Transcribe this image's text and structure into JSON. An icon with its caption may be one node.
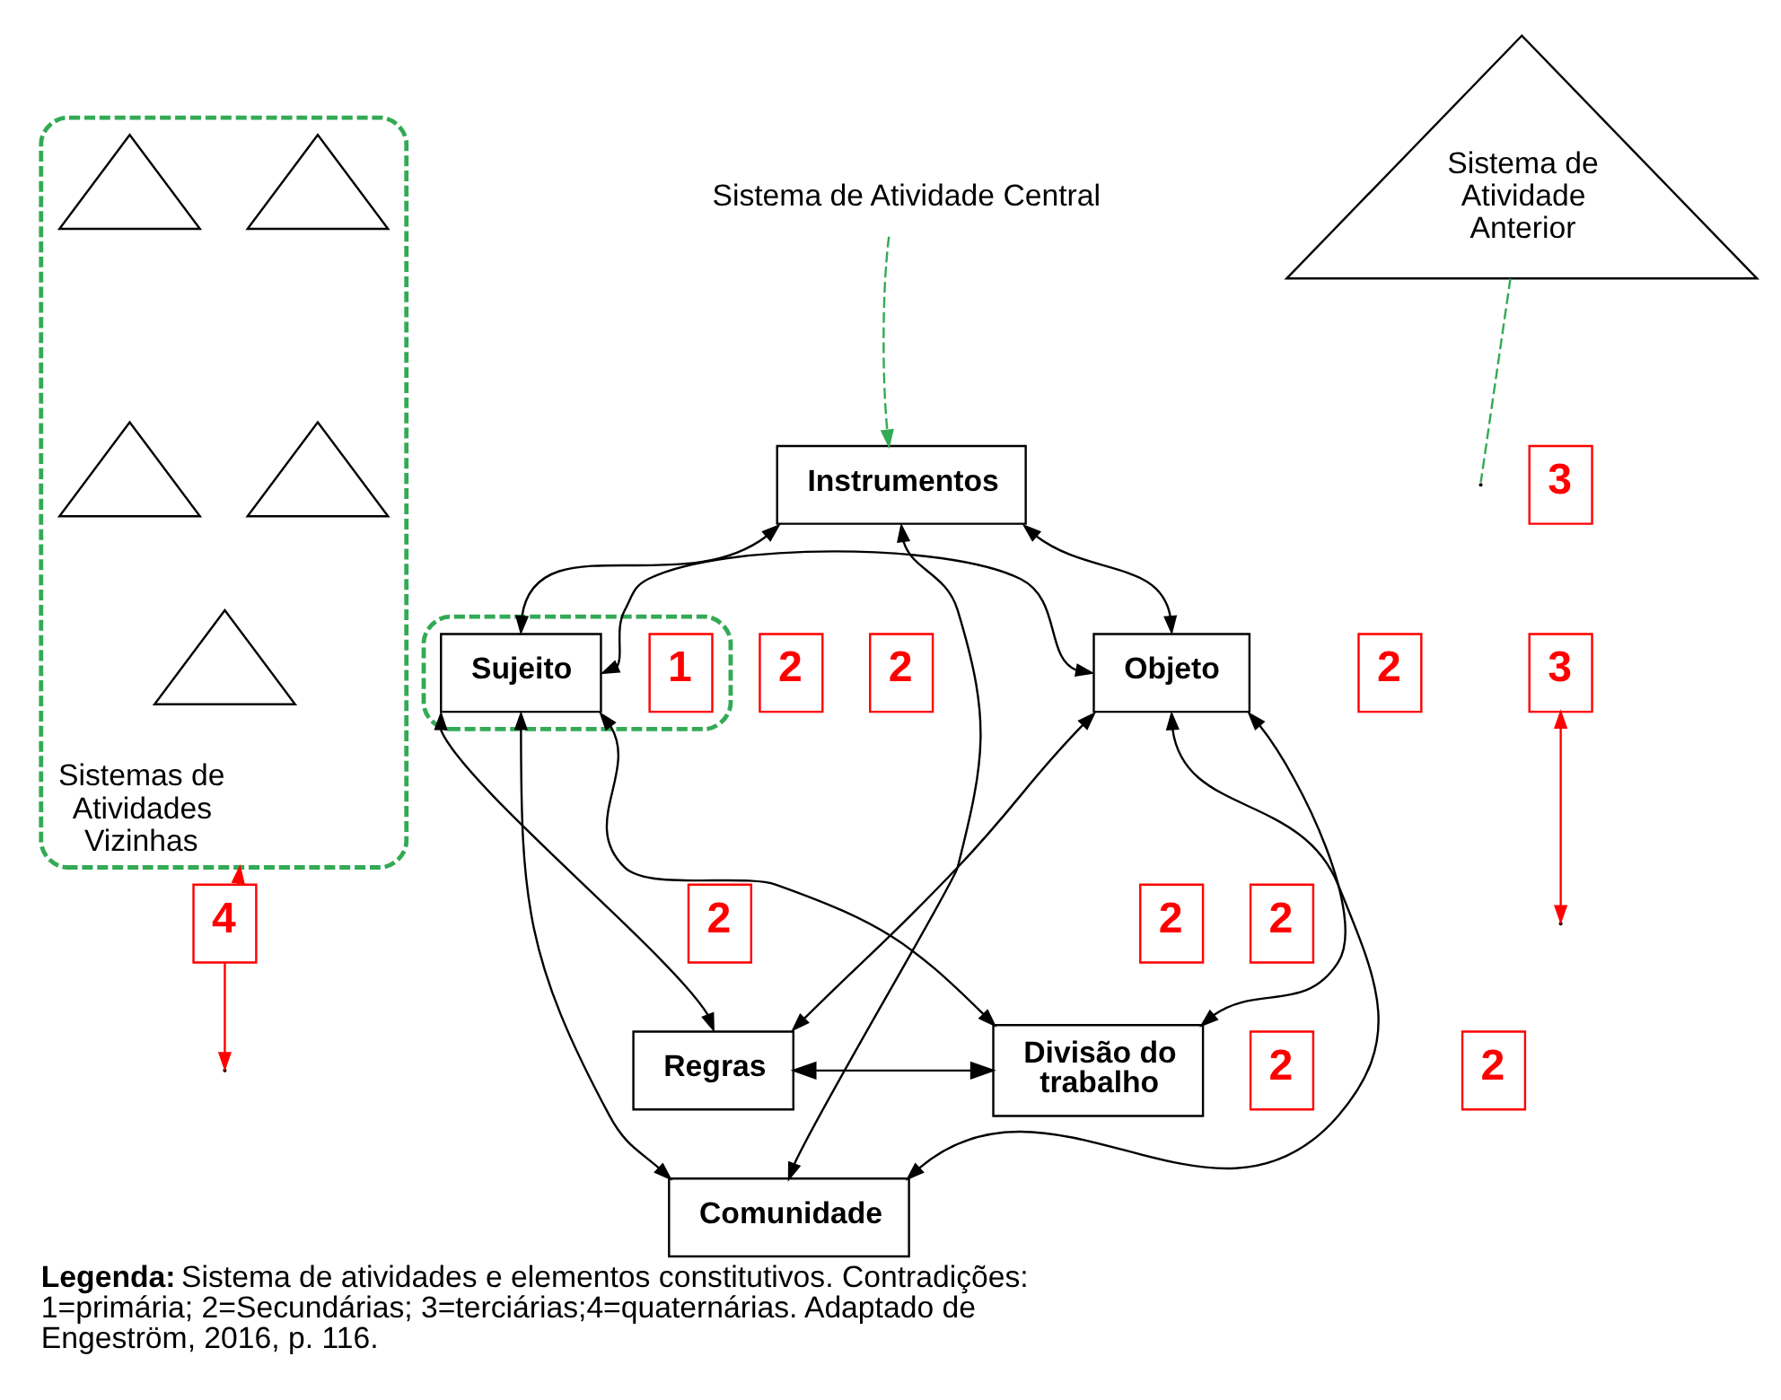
{
  "diagram": {
    "caption": "**Legenda:** Sistema de atividades e elementos constitutivos. Contradições: 1=primária; 2=Secundárias; 3=terciárias;4=quaternárias. Adaptado de Engeström, 2016, p. 116.",
    "nodes": [
      {
        "text": [
          "Sistema de Atividade Central"
        ]
      },
      {
        "text": [
          "Sistema de Atividade Anterior"
        ]
      },
      {
        "text": [
          "3"
        ]
      },
      {
        "text": [
          "Instrumentos"
        ]
      },
      {
        "text": [
          "2"
        ]
      },
      {
        "text": [
          "2"
        ]
      },
      {
        "text": [],
        "shape": "ellipse"
      },
      {
        "text": [
          "1"
        ],
        "in": 6
      },
      {
        "text": [
          "Sujeito"
        ],
        "in": 6
      },
      {
        "text": [
          "2"
        ]
      },
      {
        "text": [
          "Objeto"
        ]
      },
      {
        "text": [
          "3"
        ]
      },
      {
        "text": [
          "Sistemas de Atividades Vizinhas"
        ]
      },
      {
        "text": [
          "2"
        ]
      },
      {
        "text": [
          "2"
        ]
      },
      {
        "text": [
          "2"
        ]
      },
      {
        "text": [
          "4"
        ]
      },
      {
        "text": [
          "2"
        ]
      },
      {
        "text": [
          "2"
        ]
      },
      {
        "text": [
          "Regras"
        ]
      },
      {
        "text": [
          "Divisão do trabalho"
        ]
      },
      {
        "text": [
          "Comunidade"
        ]
      },
      {
        "text": [],
        "shape": "triangle",
        "in": 12
      },
      {
        "text": [],
        "shape": "triangle",
        "in": 12
      },
      {
        "text": [],
        "shape": "triangle",
        "in": 12
      },
      {
        "text": [],
        "shape": "triangle",
        "in": 12
      },
      {
        "text": [],
        "shape": "triangle",
        "in": 12
      }
    ],
    "edges": [
      {
        "from": 0,
        "to": 3,
        "arrow": "to",
        "style": "dashed",
        "color": "#33aa55"
      },
      {
        "from": 3,
        "to": 8,
        "arrow": "both"
      },
      {
        "from": 3,
        "to": 10,
        "arrow": "both"
      },
      {
        "from": 3,
        "to": 21,
        "arrow": "both"
      },
      {
        "from": 8,
        "to": 10,
        "arrow": "both"
      },
      {
        "from": 8,
        "to": 19,
        "arrow": "both"
      },
      {
        "from": 8,
        "to": 21,
        "arrow": "both"
      },
      {
        "from": 8,
        "to": 20,
        "arrow": "both"
      },
      {
        "from": 10,
        "to": 19,
        "arrow": "both"
      },
      {
        "from": 10,
        "to": 21,
        "arrow": "both"
      },
      {
        "from": 10,
        "to": 20,
        "arrow": "both"
      },
      {
        "from": 19,
        "to": 20,
        "arrow": "both"
      },
      {
        "from": 1,
        "to": null,
        "arrow": "none",
        "style": "dashed",
        "color": "#33aa55"
      },
      {
        "from": 11,
        "to": null,
        "arrow": "both",
        "color": "#ff0000"
      },
      {
        "from": 16,
        "to": null,
        "arrow": "to",
        "color": "#ff0000"
      },
      {
        "from": 16,
        "to": 12,
        "arrow": "to",
        "color": "#ff0000"
      }
    ]
  }
}
